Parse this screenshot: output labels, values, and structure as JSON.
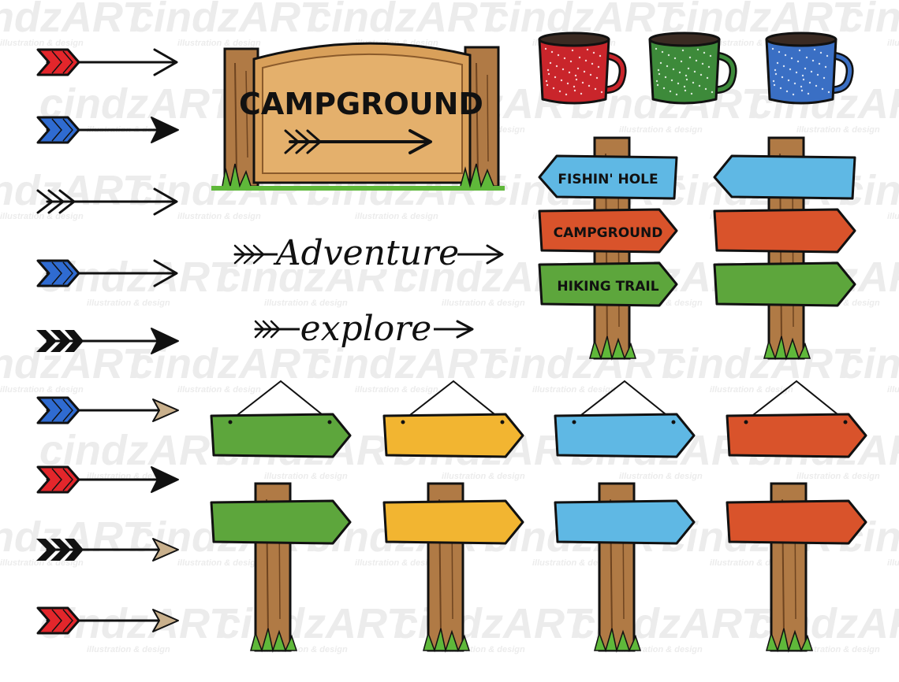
{
  "watermark": {
    "brand": "cindzART",
    "tagline": "illustration & design"
  },
  "sign_board": {
    "text": "CAMPGROUND"
  },
  "words": [
    {
      "id": "adventure",
      "text": "Adventure"
    },
    {
      "id": "explore",
      "text": "explore"
    }
  ],
  "signpost_labeled": {
    "arms": [
      {
        "text": "FISHIN' HOLE",
        "color": "#5fb8e4",
        "direction": "left"
      },
      {
        "text": "CAMPGROUND",
        "color": "#d9532b",
        "direction": "right"
      },
      {
        "text": "HIKING TRAIL",
        "color": "#5da63c",
        "direction": "right"
      }
    ]
  },
  "signpost_blank": {
    "arms": [
      {
        "color": "#5fb8e4",
        "direction": "left"
      },
      {
        "color": "#d9532b",
        "direction": "right"
      },
      {
        "color": "#5da63c",
        "direction": "right"
      }
    ]
  },
  "mugs": [
    {
      "name": "red-mug",
      "color": "#c9252b"
    },
    {
      "name": "green-mug",
      "color": "#3d8a3a"
    },
    {
      "name": "blue-mug",
      "color": "#3a6fc4"
    }
  ],
  "hanging_signs": [
    {
      "color": "#5da63c"
    },
    {
      "color": "#f2b531"
    },
    {
      "color": "#5fb8e4"
    },
    {
      "color": "#d9532b"
    }
  ],
  "post_signs": [
    {
      "color": "#5da63c"
    },
    {
      "color": "#f2b531"
    },
    {
      "color": "#5fb8e4"
    },
    {
      "color": "#d9532b"
    }
  ],
  "arrows": [
    {
      "fletch": "#e3262b",
      "head": "open"
    },
    {
      "fletch": "#2f6bd1",
      "head": "solid"
    },
    {
      "fletch": "none",
      "head": "open"
    },
    {
      "fletch": "#2f6bd1",
      "head": "open"
    },
    {
      "fletch": "chevron",
      "head": "solid"
    },
    {
      "fletch": "#2f6bd1",
      "head": "tan"
    },
    {
      "fletch": "#e3262b",
      "head": "solid"
    },
    {
      "fletch": "chevron",
      "head": "tan"
    },
    {
      "fletch": "#e3262b",
      "head": "tan"
    }
  ],
  "colors": {
    "wood": "#d9a05a",
    "wood_dark": "#8a5a2b",
    "post": "#b07a45",
    "grass": "#5fb83a",
    "tan_head": "#c9b08c",
    "outline": "#111111",
    "watermark": "#ececec"
  }
}
